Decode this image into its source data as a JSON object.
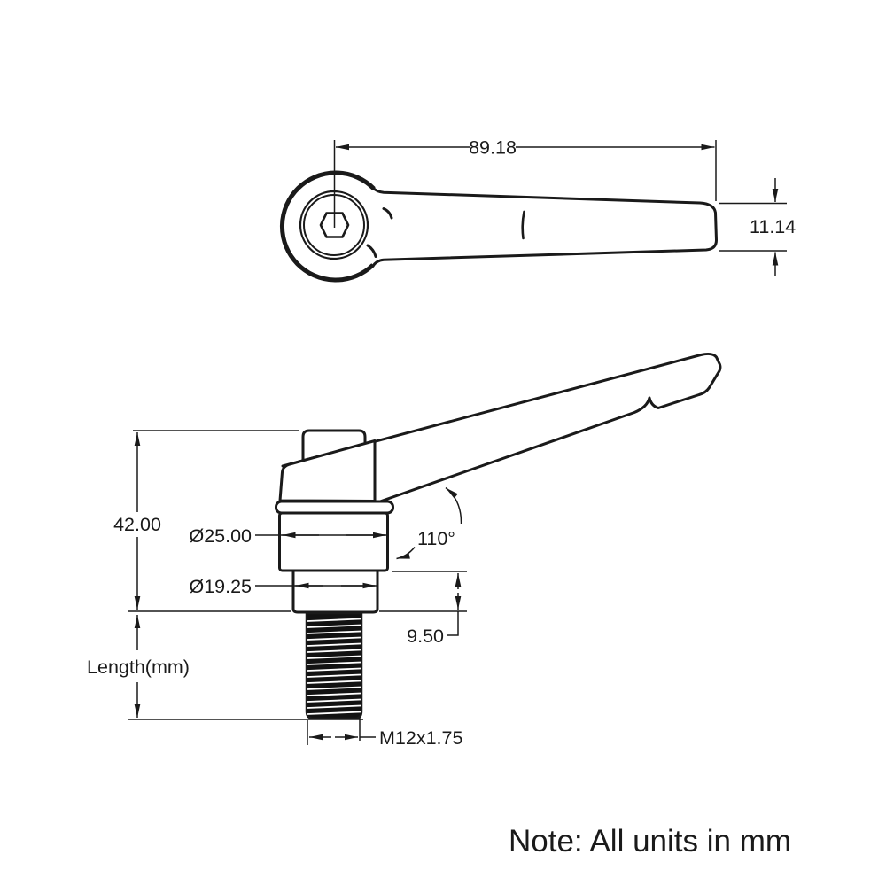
{
  "drawing": {
    "note": "Note: All units in mm",
    "colors": {
      "ink": "#1a1a1a",
      "background": "#ffffff"
    },
    "top_view": {
      "dim_overall_length": "89.18",
      "dim_tip_width": "11.14"
    },
    "side_view": {
      "dim_overall_height": "42.00",
      "dim_body_diameter": "Ø25.00",
      "dim_boss_diameter": "Ø19.25",
      "dim_handle_angle": "110°",
      "dim_boss_step_height": "9.50",
      "dim_thread_length_label": "Length(mm)",
      "dim_thread_spec": "M12x1.75"
    }
  }
}
